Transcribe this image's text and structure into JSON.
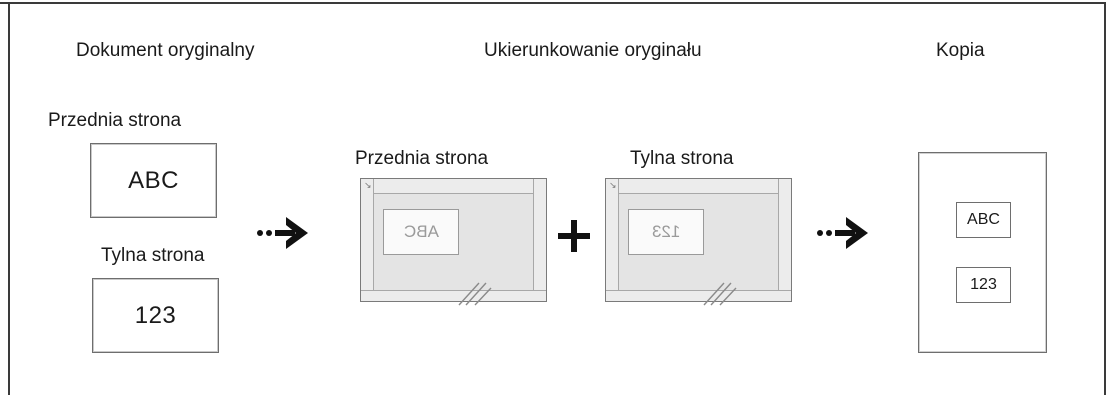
{
  "headers": {
    "original_document": "Dokument oryginalny",
    "original_orientation": "Ukierunkowanie oryginału",
    "copy": "Kopia"
  },
  "originals": {
    "front_label": "Przednia strona",
    "front_text": "ABC",
    "back_label": "Tylna strona",
    "back_text": "123"
  },
  "scanners": {
    "front_label": "Przednia strona",
    "front_text": "ABC",
    "back_label": "Tylna strona",
    "back_text": "123"
  },
  "copy": {
    "front_text": "ABC",
    "back_text": "123"
  },
  "icons": {
    "arrow": "dotted-arrow-icon",
    "plus": "plus-icon"
  }
}
